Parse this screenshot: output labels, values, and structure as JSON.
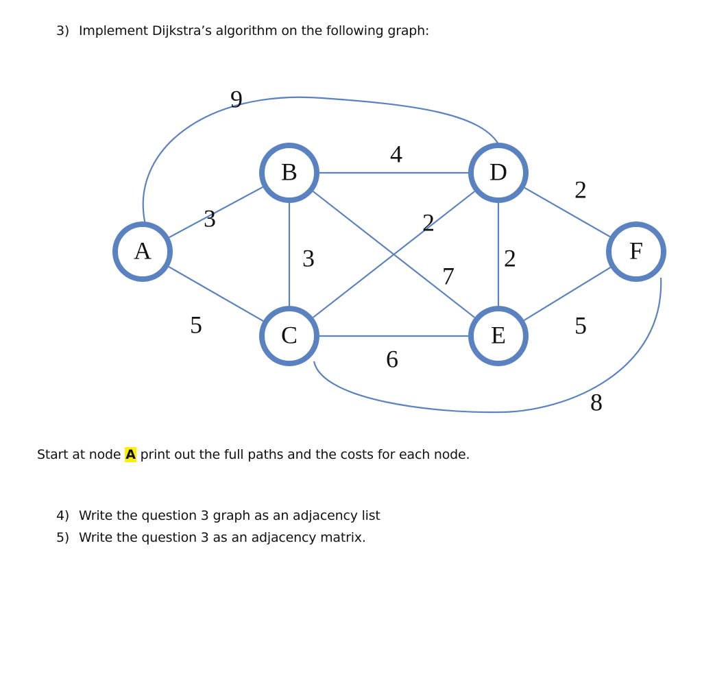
{
  "question3": {
    "number": "3)",
    "text": "Implement Dijkstra’s algorithm on the following graph:"
  },
  "graph": {
    "nodes": [
      {
        "id": "A",
        "label": "A"
      },
      {
        "id": "B",
        "label": "B"
      },
      {
        "id": "C",
        "label": "C"
      },
      {
        "id": "D",
        "label": "D"
      },
      {
        "id": "E",
        "label": "E"
      },
      {
        "id": "F",
        "label": "F"
      }
    ],
    "edges": [
      {
        "from": "A",
        "to": "D",
        "weight": "9"
      },
      {
        "from": "A",
        "to": "B",
        "weight": "3"
      },
      {
        "from": "A",
        "to": "C",
        "weight": "5"
      },
      {
        "from": "B",
        "to": "D",
        "weight": "4"
      },
      {
        "from": "B",
        "to": "C",
        "weight": "3"
      },
      {
        "from": "C",
        "to": "D",
        "weight": "2"
      },
      {
        "from": "B",
        "to": "E",
        "weight": "7"
      },
      {
        "from": "D",
        "to": "E",
        "weight": "2"
      },
      {
        "from": "D",
        "to": "F",
        "weight": "2"
      },
      {
        "from": "C",
        "to": "E",
        "weight": "6"
      },
      {
        "from": "E",
        "to": "F",
        "weight": "5"
      },
      {
        "from": "C",
        "to": "F",
        "weight": "8"
      }
    ]
  },
  "instruction": {
    "prefix": "Start at node ",
    "highlight": "A",
    "suffix": " print out the full paths and the costs for each node."
  },
  "question4": {
    "number": "4)",
    "text": "Write the question 3 graph as an adjacency list"
  },
  "question5": {
    "number": "5)",
    "text": "Write the question 3 as an adjacency matrix."
  },
  "colors": {
    "node_stroke": "#5b82c0",
    "edge": "#5b82c0",
    "highlight": "#fff000"
  }
}
